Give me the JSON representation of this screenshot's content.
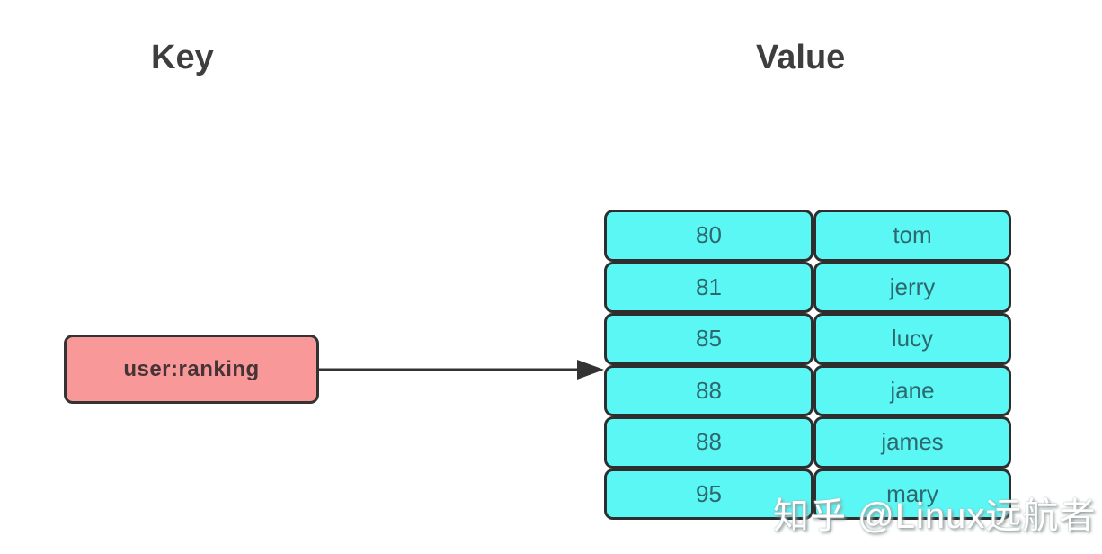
{
  "headings": {
    "key": "Key",
    "value": "Value"
  },
  "key_node": {
    "label": "user:ranking"
  },
  "value_table": {
    "rows": [
      {
        "score": "80",
        "member": "tom"
      },
      {
        "score": "81",
        "member": "jerry"
      },
      {
        "score": "85",
        "member": "lucy"
      },
      {
        "score": "88",
        "member": "jane"
      },
      {
        "score": "88",
        "member": "james"
      },
      {
        "score": "95",
        "member": "mary"
      }
    ]
  },
  "watermark": {
    "text": "知乎 @Linux远航者"
  },
  "colors": {
    "cell_fill": "#5af7f5",
    "cell_border": "#2e2e2e",
    "cell_text": "#2e686c",
    "key_fill": "#f89899",
    "key_border": "#333333",
    "key_text": "#463335",
    "heading_text": "#3e3e3e",
    "arrow": "#333333",
    "watermark_text": "#ffffff"
  }
}
